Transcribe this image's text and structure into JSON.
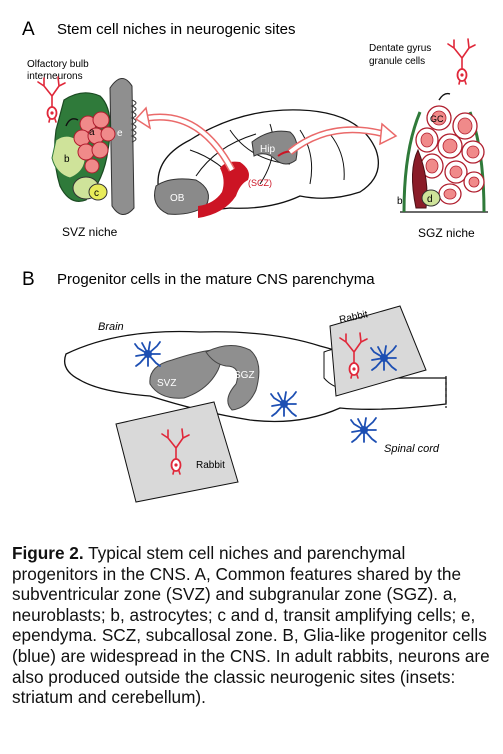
{
  "panel_a": {
    "letter": "A",
    "title": "Stem cell niches in neurogenic sites",
    "olfactory_label_line1": "Olfactory bulb",
    "olfactory_label_line2": "interneurons",
    "dentate_label_line1": "Dentate gyrus",
    "dentate_label_line2": "granule cells",
    "svz_niche_label": "SVZ niche",
    "sgz_niche_label": "SGZ niche",
    "brain_labels": {
      "ob": "OB",
      "hip": "Hip",
      "scz": "(SCZ)"
    },
    "cell_letters": {
      "a": "a",
      "b": "b",
      "c": "c",
      "d": "d",
      "e": "e",
      "gc": "GC"
    }
  },
  "panel_b": {
    "letter": "B",
    "title": "Progenitor cells in the mature CNS parenchyma",
    "brain_label": "Brain",
    "spinal_label": "Spinal cord",
    "svz_label": "SVZ",
    "sgz_label": "SGZ",
    "inset_top_label": "Rabbit",
    "inset_bottom_label": "Rabbit"
  },
  "caption": {
    "figure_label": "Figure 2.",
    "text": " Typical stem cell niches and parenchymal progenitors in the CNS. A, Common features shared by the subventricular zone (SVZ) and subgranular zone (SGZ). a, neuroblasts; b, astrocytes; c and d, transit amplifying cells; e, ependyma. SCZ, subcallosal zone. B, Glia-like progenitor cells (blue) are widespread in the CNS. In adult rabbits, neurons are also produced outside the classic neurogenic sites (insets: striatum and cerebellum)."
  },
  "colors": {
    "neuron_red": "#e0283a",
    "glia_blue": "#1d4fb3",
    "astro_green": "#2f7a3a",
    "light_green": "#cfe39a",
    "pink": "#f08a8a",
    "grey": "#8a8a8a"
  }
}
